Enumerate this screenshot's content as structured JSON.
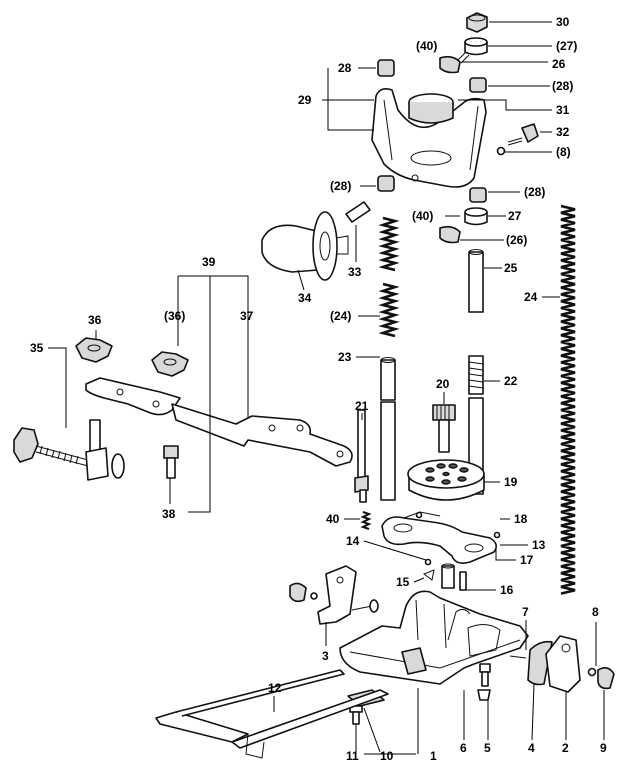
{
  "labels": {
    "l30": "30",
    "l40a": "(40)",
    "l27a": "(27)",
    "l26a": "26",
    "l28top": "28",
    "l28b": "(28)",
    "l29": "29",
    "l31": "31",
    "l32": "32",
    "l8a": "(8)",
    "l28c": "(28)",
    "l28d": "(28)",
    "l40b": "(40)",
    "l27b": "27",
    "l26b": "(26)",
    "l33": "33",
    "l34": "34",
    "l25": "25",
    "l24a": "24",
    "l24b": "(24)",
    "l39": "39",
    "l36a": "(36)",
    "l37": "37",
    "l36": "36",
    "l35": "35",
    "l23": "23",
    "l22": "22",
    "l20": "20",
    "l21": "21",
    "l19": "19",
    "l38": "38",
    "l40c": "40",
    "l18": "18",
    "l14": "14",
    "l13": "13",
    "l17": "17",
    "l15": "15",
    "l16": "16",
    "l3": "3",
    "l7": "7",
    "l8b": "8",
    "l12": "12",
    "l11": "11",
    "l10": "10",
    "l1": "1",
    "l6": "6",
    "l5": "5",
    "l4": "4",
    "l2": "2",
    "l9": "9"
  },
  "colors": {
    "line": "#111111",
    "fill_light": "#d9d9d9",
    "fill_dark": "#555555"
  }
}
